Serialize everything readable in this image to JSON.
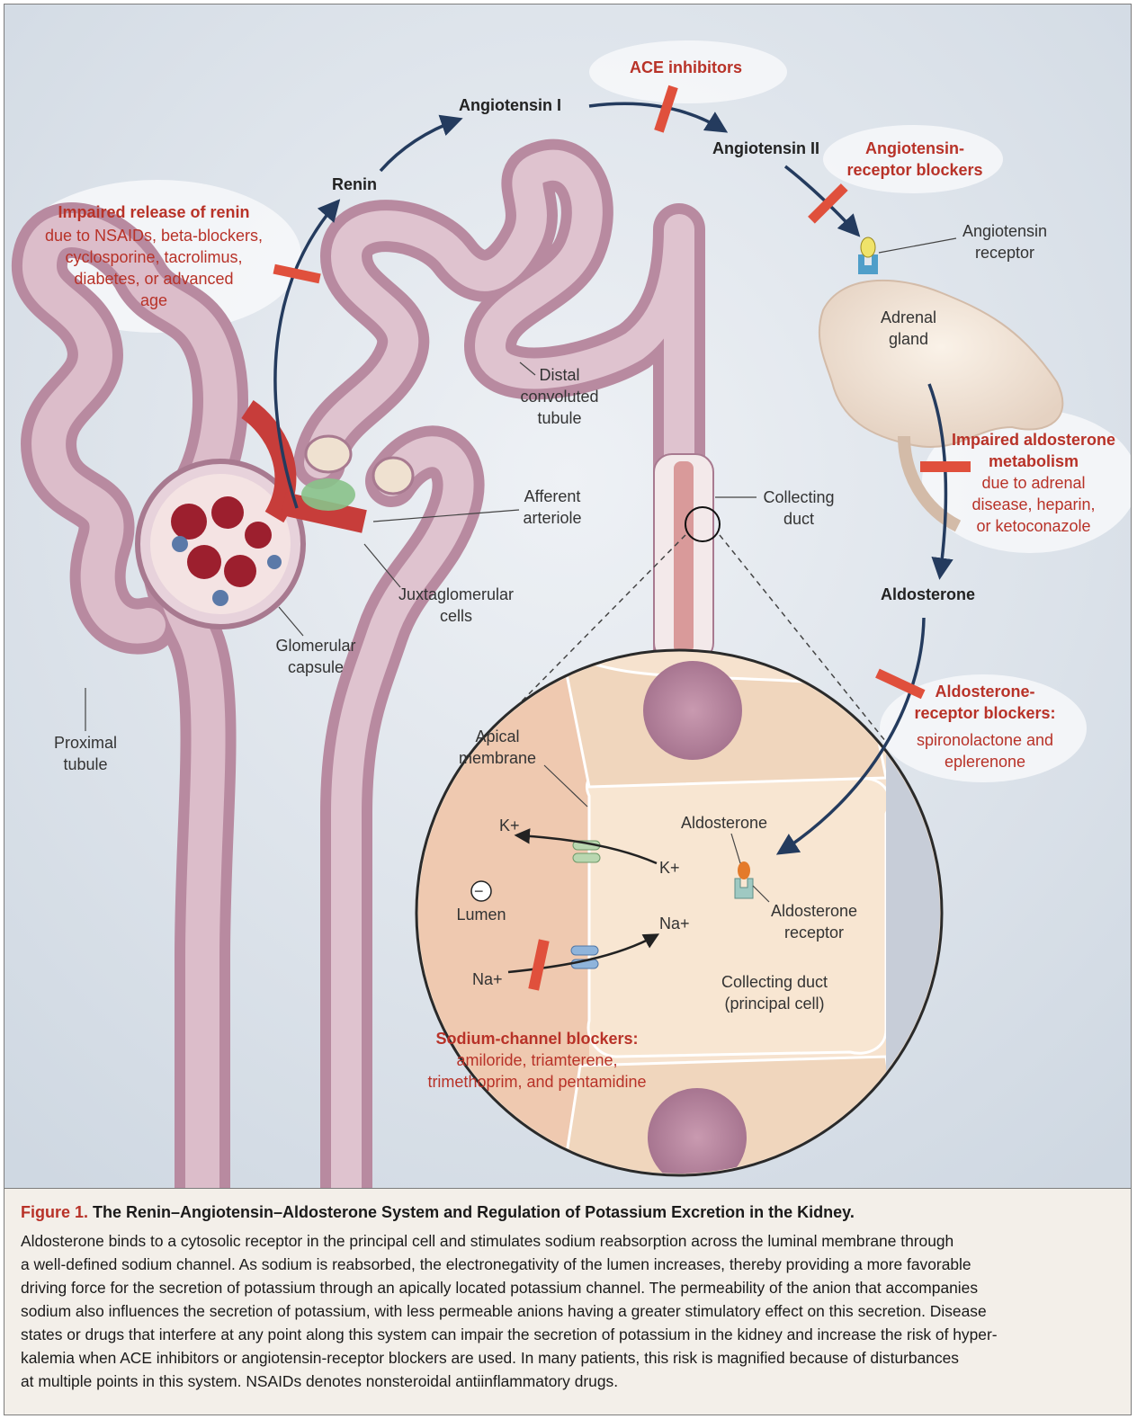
{
  "pathway": {
    "renin": "Renin",
    "angiotensin_1": "Angiotensin I",
    "angiotensin_2": "Angiotensin II",
    "aldosterone": "Aldosterone"
  },
  "blockers": {
    "ace": "ACE inhibitors",
    "arb": [
      "Angiotensin-",
      "receptor blockers"
    ],
    "renin_release": {
      "title": "Impaired release of renin",
      "details": [
        "due to NSAIDs, beta-blockers,",
        "cyclosporine, tacrolimus,",
        "diabetes, or advanced",
        "age"
      ]
    },
    "aldo_metabolism": {
      "title": [
        "Impaired aldosterone",
        "metabolism"
      ],
      "details": [
        "due to adrenal",
        "disease, heparin,",
        "or ketoconazole"
      ]
    },
    "aldo_receptor": {
      "title": [
        "Aldosterone-",
        "receptor blockers:"
      ],
      "details": [
        "spironolactone and",
        "eplerenone"
      ]
    },
    "sodium_channel": {
      "title": "Sodium-channel blockers:",
      "details": [
        "amiloride, triamterene,",
        "trimethoprim, and pentamidine"
      ]
    }
  },
  "anatomy": {
    "angiotensin_receptor": [
      "Angiotensin",
      "receptor"
    ],
    "adrenal_gland": [
      "Adrenal",
      "gland"
    ],
    "distal_tubule": [
      "Distal",
      "convoluted",
      "tubule"
    ],
    "afferent_arteriole": [
      "Afferent",
      "arteriole"
    ],
    "collecting_duct": [
      "Collecting",
      "duct"
    ],
    "juxtaglomerular": [
      "Juxtaglomerular",
      "cells"
    ],
    "glomerular_capsule": [
      "Glomerular",
      "capsule"
    ],
    "proximal_tubule": [
      "Proximal",
      "tubule"
    ]
  },
  "cell": {
    "apical_membrane": [
      "Apical",
      "membrane"
    ],
    "k_lumen": "K+",
    "k_cell": "K+",
    "na_lumen": "Na+",
    "na_cell": "Na+",
    "lumen": "Lumen",
    "lumen_charge": "−",
    "aldosterone": "Aldosterone",
    "aldo_receptor": [
      "Aldosterone",
      "receptor"
    ],
    "principal_cell": [
      "Collecting duct",
      "(principal cell)"
    ]
  },
  "caption": {
    "label": "Figure 1.",
    "title": "The Renin–Angiotensin–Aldosterone System and Regulation of Potassium Excretion in the Kidney.",
    "lines": [
      "Aldosterone binds to a cytosolic receptor in the principal cell and stimulates sodium reabsorption across the luminal membrane through",
      "a well-defined sodium channel. As sodium is reabsorbed, the electronegativity of the lumen increases, thereby providing a more favorable",
      "driving force for the secretion of potassium through an apically located potassium channel. The permeability of the anion that accompanies",
      "sodium also influences the secretion of potassium, with less permeable anions having a greater stimulatory effect on this secretion. Disease",
      "states or drugs that interfere at any point along this system can impair the secretion of potassium in the kidney and increase the risk of hyper-",
      "kalemia when ACE inhibitors or angiotensin-receptor blockers are used. In many patients, this risk is magnified because of disturbances",
      "at multiple points in this system. NSAIDs denotes nonsteroidal antiinflammatory drugs."
    ]
  },
  "colors": {
    "block_bar": "#e0503c",
    "arrow": "#243b5e",
    "label_red": "#b83228",
    "tubule": "#cfa8b6",
    "cell_fill": "#f5d8bc",
    "background": "#e3e8ee"
  }
}
